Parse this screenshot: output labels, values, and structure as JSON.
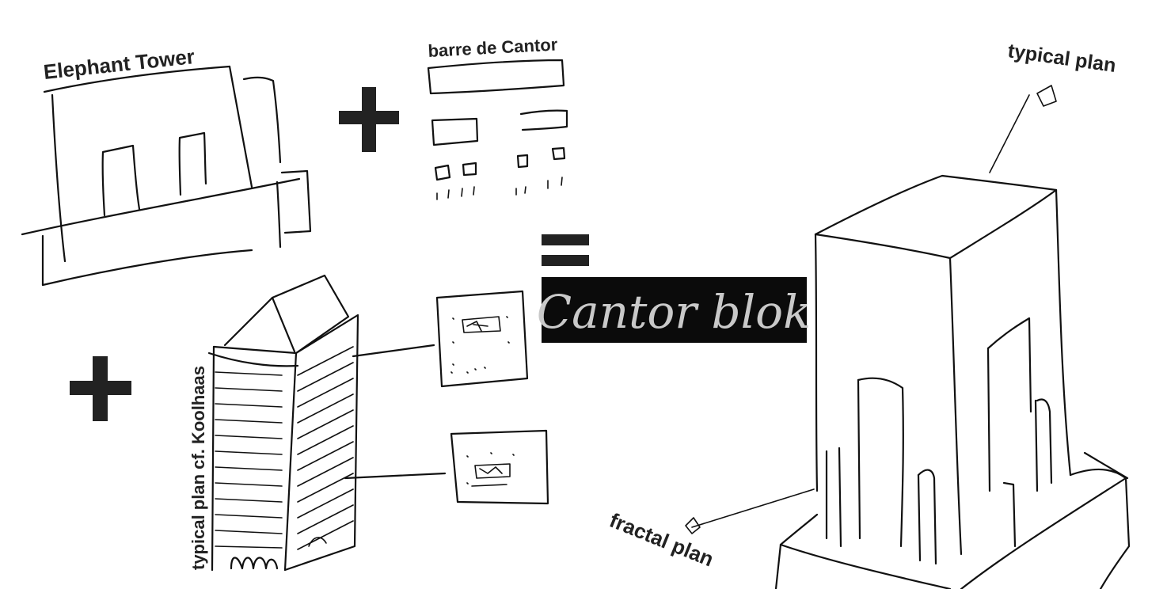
{
  "labels": {
    "elephant_tower": "Elephant Tower",
    "barre_de_cantor": "barre de Cantor",
    "typical_plan_koolhaas": "typical plan cf. Koolhaas",
    "typical_plan": "typical plan",
    "fractal_plan": "fractal plan"
  },
  "title_box": {
    "text": "Cantor blok"
  },
  "operators": {
    "plus": "+",
    "equals": "="
  },
  "colors": {
    "ink": "#111111",
    "label": "#222222",
    "title_bg": "#0b0b0b",
    "title_text": "#c9c9c9"
  }
}
